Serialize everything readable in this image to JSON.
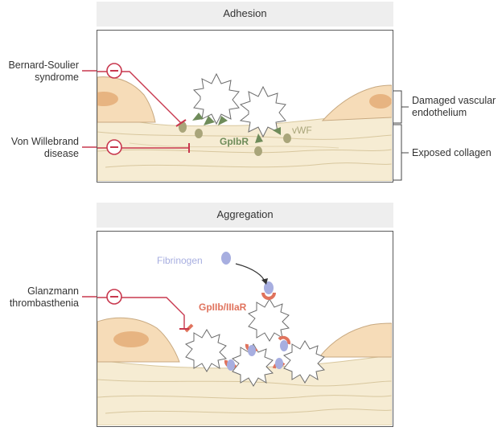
{
  "panels": {
    "adhesion": {
      "title": "Adhesion",
      "receptor_label": "GpIbR",
      "ligand_label": "vWF"
    },
    "aggregation": {
      "title": "Aggregation",
      "ligand_label": "Fibrinogen",
      "receptor_label": "GpIIb/IIIaR"
    }
  },
  "diseases": {
    "bernard_soulier": [
      "Bernard-Soulier",
      "syndrome"
    ],
    "von_willebrand": [
      "Von Willebrand",
      "disease"
    ],
    "glanzmann": [
      "Glanzmann",
      "thrombasthenia"
    ]
  },
  "brackets": {
    "damaged_endothelium": [
      "Damaged vascular",
      "endothelium"
    ],
    "exposed_collagen": "Exposed collagen"
  },
  "colors": {
    "inhibitor_red": "#c8384e",
    "gpibr_green": "#6f8c5a",
    "vwf_olive": "#a9a57a",
    "fibrinogen_lilac": "#a7aee0",
    "gpiib_salmon": "#e0735d",
    "cell_tan": "#f6dcb8",
    "nucleus": "#e7b481",
    "collagen": "#f6ecd3"
  }
}
